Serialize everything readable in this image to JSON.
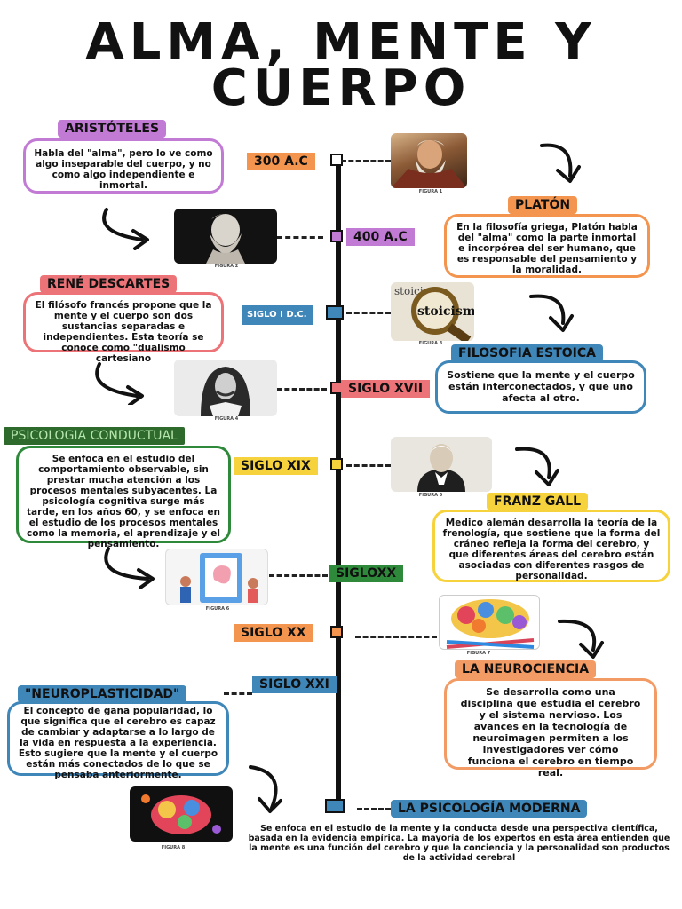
{
  "title": {
    "line1": "ALMA, MENTE Y",
    "line2": "CUERPO"
  },
  "dates": {
    "d1": "300 A.C",
    "d2": "400 A.C",
    "d3": "SIGLO I D.C.",
    "d4": "SIGLO XVII",
    "d5": "SIGLO XIX",
    "d6": "SIGLOXX",
    "d7": "SIGLO XX",
    "d8": "SIGLO XXI"
  },
  "sections": {
    "aristoteles": {
      "heading": "ARISTÓTELES",
      "text": "Habla del \"alma\", pero lo ve como algo inseparable del cuerpo, y no como algo independiente e inmortal."
    },
    "platon": {
      "heading": "PLATÓN",
      "text": "En la filosofía griega, Platón habla del \"alma\" como la parte inmortal e incorpórea del ser humano, que es responsable del pensamiento y la moralidad."
    },
    "descartes": {
      "heading": "RENÉ DESCARTES",
      "text": "El filósofo francés propone que la mente y el cuerpo son dos sustancias separadas e independientes. Esta teoría se conoce como \"dualismo cartesiano"
    },
    "estoica": {
      "heading": "FILOSOFIA ESTOICA",
      "text": "Sostiene que la mente y el cuerpo están interconectados, y que uno afecta al otro."
    },
    "conductual": {
      "heading": "PSICOLOGIA CONDUCTUAL",
      "text": "Se enfoca en el estudio del comportamiento observable, sin prestar mucha atención a los procesos mentales subyacentes. La psicología cognitiva surge más tarde, en los años 60, y se enfoca en el estudio de los procesos mentales como la memoria, el aprendizaje y el pensamiento."
    },
    "gall": {
      "heading": "FRANZ GALL",
      "text": "Medico alemán desarrolla la teoría de la frenología, que sostiene que la forma del cráneo refleja la forma del cerebro, y que diferentes áreas del cerebro están asociadas con diferentes rasgos de personalidad."
    },
    "neurociencia": {
      "heading": "LA NEUROCIENCIA",
      "text": "Se desarrolla como una disciplina que estudia el cerebro y el sistema nervioso. Los avances en la tecnología de neuroimagen permiten a los investigadores ver cómo funciona el cerebro en tiempo real."
    },
    "neuroplasticidad": {
      "heading": "\"NEUROPLASTICIDAD\"",
      "text": "El concepto de gana popularidad, lo que significa que el cerebro es capaz de cambiar y adaptarse a lo largo de la vida en respuesta a la experiencia. Esto sugiere que la mente y el cuerpo están más conectados de lo que se pensaba anteriormente."
    },
    "moderna": {
      "heading": "LA PSICOLOGÍA MODERNA",
      "text": "Se enfoca en el estudio de la mente y la conducta desde una perspectiva científica, basada en la evidencia empírica. La mayoría de los expertos en esta área entienden que la mente es una función del cerebro y que la conciencia y la personalidad son productos de la actividad cerebral"
    }
  },
  "figures": {
    "f1": "FIGURA 1",
    "f2": "FIGURA 2",
    "f3": "FIGURA 3",
    "f4": "FIGURA 4",
    "f5": "FIGURA 5",
    "f6": "FIGURA 6",
    "f7": "FIGURA 7",
    "f8": "FIGURA 8"
  },
  "image_text": {
    "stoicism": "stoicism",
    "stoicism_top": "stoicis"
  },
  "colors": {
    "orange": "#f4954f",
    "purple": "#c17bd4",
    "blue": "#3f86b9",
    "salmon": "#ec7478",
    "yellow": "#f6d23c",
    "green": "#2e8a3a",
    "darkgreen": "#2d6a2b",
    "lightorange": "#f39b65"
  }
}
